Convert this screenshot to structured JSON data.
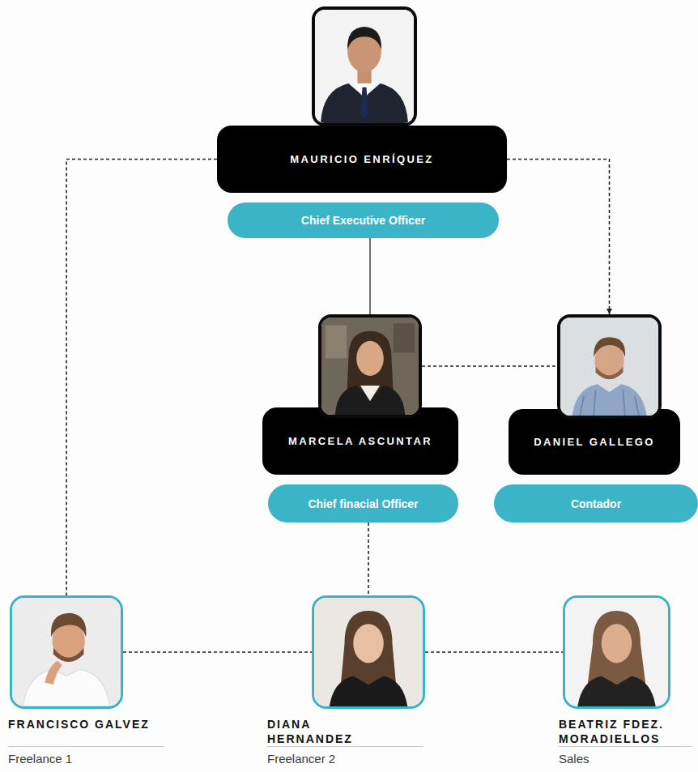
{
  "diagram": {
    "nodes": [
      {
        "text": [
          "MAURICIO ENRÍQUEZ"
        ]
      },
      {
        "text": [
          "Chief Executive Officer"
        ]
      },
      {
        "text": [
          "MARCELA ASCUNTAR"
        ]
      },
      {
        "text": [
          "DANIEL GALLEGO"
        ]
      },
      {
        "text": [
          "Chief finacial Officer"
        ]
      },
      {
        "text": [
          "Contador"
        ]
      },
      {
        "text": [
          "FRANCISCO GALVEZ",
          "Freelance 1"
        ]
      },
      {
        "text": [
          "DIANA HERNANDEZ",
          "Freelancer 2"
        ]
      },
      {
        "text": [
          "BEATRIZ FDEZ. MORADIELLOS",
          "Sales"
        ]
      }
    ],
    "edges": [
      {
        "from": 0,
        "to": 6,
        "arrow": "none"
      },
      {
        "from": 0,
        "to": 3,
        "arrow": "to"
      },
      {
        "from": 1,
        "to": 2,
        "arrow": "none"
      },
      {
        "from": 2,
        "to": 3,
        "arrow": "none"
      },
      {
        "from": 4,
        "to": 7,
        "arrow": "none"
      },
      {
        "from": 6,
        "to": 7,
        "arrow": "none"
      },
      {
        "from": 7,
        "to": 8,
        "arrow": "none"
      }
    ]
  }
}
